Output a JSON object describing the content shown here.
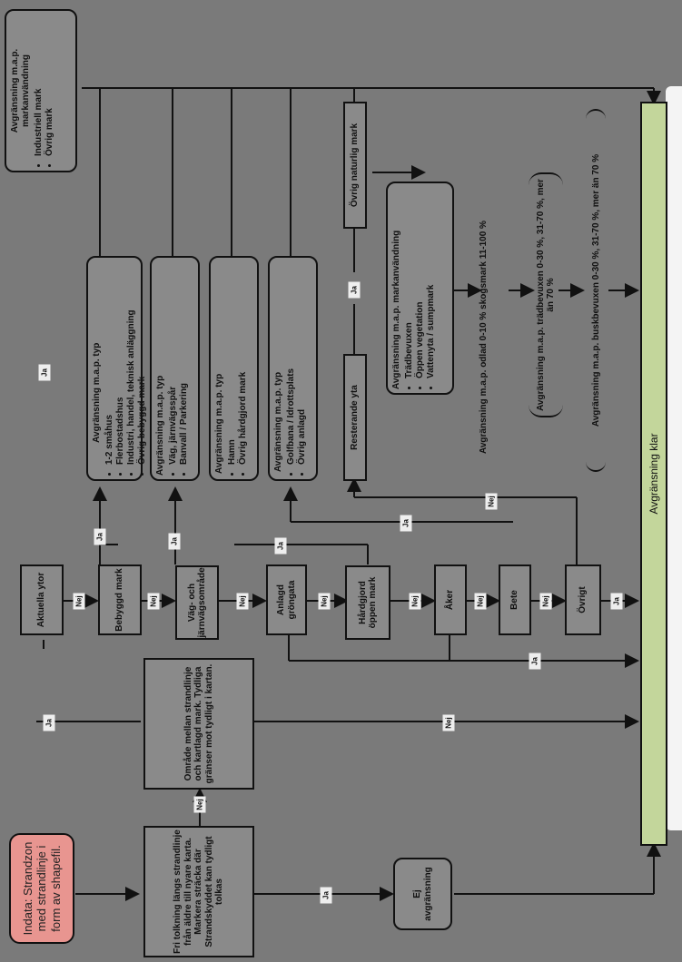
{
  "input_box": {
    "text": "Indata: Strandzon med strandlinje i form av shapefil."
  },
  "final_box": {
    "text": "Avgränsning klar"
  },
  "boxes": {
    "b_first": "Fri tolkning längs strandlinje från äldre till nyare karta. Markera sträcka där Strandskyddet kan tydligt tolkas",
    "b_second": "Område mellan strandlinje och kartlagd mark. Tydliga gränser mot tydligt i kartan.",
    "b_aktuella": "Aktuella ytor",
    "b_bebyggd": "Bebyggd mark",
    "b_vag": "Väg- och järnvägsområde",
    "b_anlagd": "Anlagd gröngata",
    "b_hardgjord": "Hårdgjord öppen mark",
    "b_akermark": "Åker",
    "b_betesmark": "Bete",
    "b_ovrigt": "Övrigt",
    "b_ejavgr": "Ej avgränsning",
    "b_kvar1": "Resterande yta",
    "b_kvar2": "Övrig naturlig mark"
  },
  "bullet_groups": {
    "g1": {
      "title": "Avgränsning m.a.p. typ",
      "items": [
        "1-2 småhus",
        "Flerbostadshus",
        "Industri, handel, teknisk anläggning",
        "Övrig bebyggd mark"
      ]
    },
    "g2": {
      "title": "Avgränsning m.a.p. typ",
      "items": [
        "Väg, järnvägsspår",
        "Banvall / Parkering"
      ]
    },
    "g3": {
      "title": "Avgränsning m.a.p. typ",
      "items": [
        "Hamn",
        "Övrig hårdgjord mark"
      ]
    },
    "g4": {
      "title": "Avgränsning m.a.p. typ",
      "items": [
        "Golfbana / Idrottsplats",
        "Övrig anlagd"
      ]
    },
    "g5": {
      "title": "Avgränsning m.a.p. markanvändning",
      "items": [
        "Trädbevuxen",
        "Öppen vegetation",
        "Vattenyta / sumpmark"
      ]
    },
    "top": {
      "title": "Avgränsning m.a.p. markanvändning",
      "items": [
        "Industriell mark",
        "Övrig mark"
      ]
    }
  },
  "free_text": {
    "t1": "Avgränsning m.a.p. odlad 0-10 % skogsmark 11-100 %",
    "t2": "Avgränsning m.a.p. trädbevuxen 0-30 %, 31-70 %, mer än 70 %",
    "t3": "Avgränsning m.a.p. buskbevuxen 0-30 %, 31-70 %, mer än 70 %"
  },
  "edge_labels": {
    "ja": "Ja",
    "nej": "Nej"
  }
}
